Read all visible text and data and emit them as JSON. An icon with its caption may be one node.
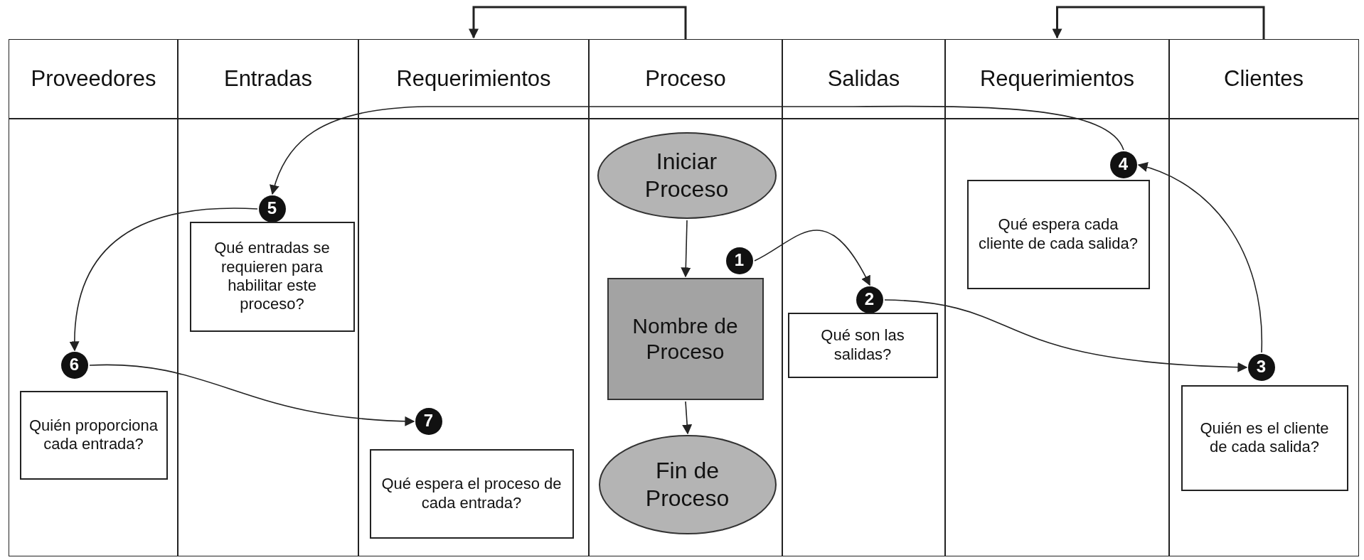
{
  "diagram": {
    "nodes": [
      {
        "text": [
          "Proveedores"
        ]
      },
      {
        "text": [
          "Entradas"
        ]
      },
      {
        "text": [
          "Requerimientos"
        ]
      },
      {
        "text": [
          "Proceso"
        ]
      },
      {
        "text": [
          "Salidas"
        ]
      },
      {
        "text": [
          "Requerimientos"
        ]
      },
      {
        "text": [
          "Clientes"
        ]
      },
      {
        "text": [
          "Iniciar Proceso"
        ],
        "in": 3
      },
      {
        "text": [
          "1"
        ],
        "in": 3
      },
      {
        "text": [
          "Nombre de Proceso"
        ],
        "in": 3
      },
      {
        "text": [
          "Fin de Proceso"
        ],
        "in": 3
      },
      {
        "text": [
          "2"
        ],
        "in": 4
      },
      {
        "text": [
          "Qué son las salidas?"
        ],
        "in": 4
      },
      {
        "text": [
          "4"
        ],
        "in": 5
      },
      {
        "text": [
          "Qué espera cada cliente de cada salida?"
        ],
        "in": 5
      },
      {
        "text": [
          "3"
        ],
        "in": 6
      },
      {
        "text": [
          "Quién es el cliente de cada salida?"
        ],
        "in": 6
      },
      {
        "text": [
          "5"
        ],
        "in": 1
      },
      {
        "text": [
          "Qué entradas se requieren para habilitar este proceso?"
        ],
        "in": 1
      },
      {
        "text": [
          "6"
        ],
        "in": 0
      },
      {
        "text": [
          "Quién proporciona cada entrada?"
        ],
        "in": 0
      },
      {
        "text": [
          "7"
        ],
        "in": 2
      },
      {
        "text": [
          "Qué espera el proceso de cada entrada?"
        ],
        "in": 2
      }
    ],
    "edges": [
      {
        "from": 3,
        "to": 2,
        "arrow": "to"
      },
      {
        "from": 6,
        "to": 5,
        "arrow": "to"
      },
      {
        "from": 7,
        "to": 9,
        "arrow": "to"
      },
      {
        "from": 9,
        "to": 10,
        "arrow": "to"
      },
      {
        "from": 8,
        "to": 11,
        "arrow": "to"
      },
      {
        "from": 11,
        "to": 15,
        "arrow": "to"
      },
      {
        "from": 15,
        "to": 13,
        "arrow": "to"
      },
      {
        "from": 13,
        "to": 17,
        "arrow": "to"
      },
      {
        "from": 17,
        "to": 19,
        "arrow": "to"
      },
      {
        "from": 19,
        "to": 21,
        "arrow": "to"
      }
    ]
  }
}
